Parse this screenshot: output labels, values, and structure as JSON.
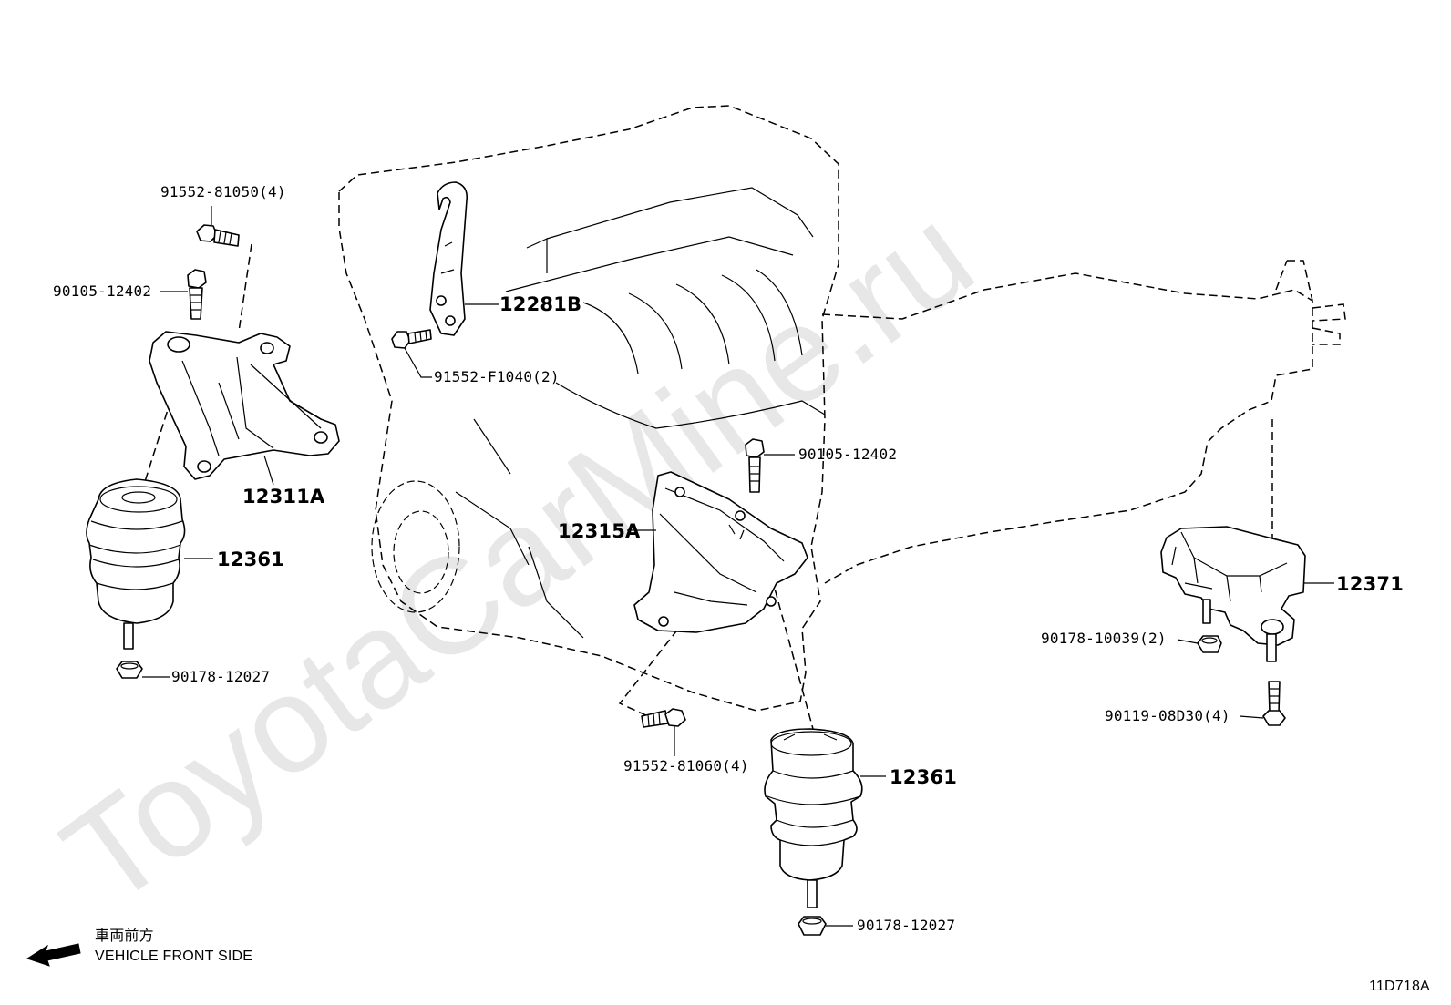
{
  "watermark": "ToyotaCarMine.ru",
  "diagram_code": "11D718A",
  "direction": {
    "japanese": "車両前方",
    "english": "VEHICLE FRONT SIDE"
  },
  "parts": {
    "bolt_91552_81050": "91552-81050(4)",
    "bolt_90105_12402_left": "90105-12402",
    "bracket_12311A": "12311A",
    "insulator_12361_left": "12361",
    "nut_90178_12027_left": "90178-12027",
    "bracket_12281B": "12281B",
    "bolt_91552_F1040": "91552-F1040(2)",
    "bolt_90105_12402_center": "90105-12402",
    "bracket_12315A": "12315A",
    "bolt_91552_81060": "91552-81060(4)",
    "insulator_12361_center": "12361",
    "nut_90178_12027_center": "90178-12027",
    "insulator_12371": "12371",
    "nut_90178_10039": "90178-10039(2)",
    "bolt_90119_08D30": "90119-08D30(4)"
  }
}
